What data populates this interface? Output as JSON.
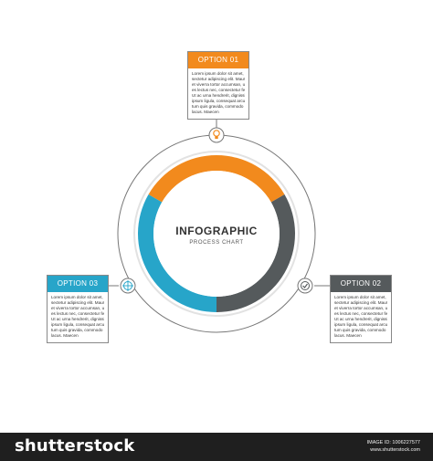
{
  "center": {
    "title": "INFOGRAPHIC",
    "subtitle": "PROCESS CHART"
  },
  "colors": {
    "option01": "#f28a1d",
    "option02": "#555a5c",
    "option03": "#27a5c9",
    "inner_track": "#dddddd",
    "outline": "#777777"
  },
  "chart_data": {
    "type": "pie",
    "categories": [
      "OPTION 01",
      "OPTION 02",
      "OPTION 03"
    ],
    "values": [
      33.3,
      33.3,
      33.3
    ]
  },
  "options": [
    {
      "label": "OPTION 01",
      "icon": "lightbulb-icon",
      "text": [
        "Lorem ipsum dolor sit amet, con",
        "sectetur adipiscing elit. Mauris",
        "et viverra tortor accumsan, ultrici",
        "es lectus nec, consectetur felis.",
        "Ut ac urna hendrerit, dignissim",
        "ipsum ligula, consequat arcu.",
        "tum quis gravida, commodo nec",
        "lacus. Maecen"
      ]
    },
    {
      "label": "OPTION 02",
      "icon": "checkmark-icon",
      "text": [
        "Lorem ipsum dolor sit amet, con",
        "sectetur adipiscing elit. Mauris",
        "et viverra tortor accumsan, ultrici",
        "es lectus nec, consectetur felis.",
        "Ut ac urna hendrerit, dignissim",
        "ipsum ligula, consequat arcu.",
        "tum quis gravida, commodo nec",
        "lacus. Maecen"
      ]
    },
    {
      "label": "OPTION 03",
      "icon": "target-icon",
      "text": [
        "Lorem ipsum dolor sit amet, con",
        "sectetur adipiscing elit. Mauris",
        "et viverra tortor accumsan, ultrici",
        "es lectus nec, consectetur felis.",
        "Ut ac urna hendrerit, dignissim",
        "ipsum ligula, consequat arcu.",
        "tum quis gravida, commodo nec",
        "lacus. Maecen"
      ]
    }
  ],
  "footer": {
    "brand": "shutterstock",
    "image_id_line": "IMAGE ID: 1006227577",
    "site": "www.shutterstock.com"
  }
}
